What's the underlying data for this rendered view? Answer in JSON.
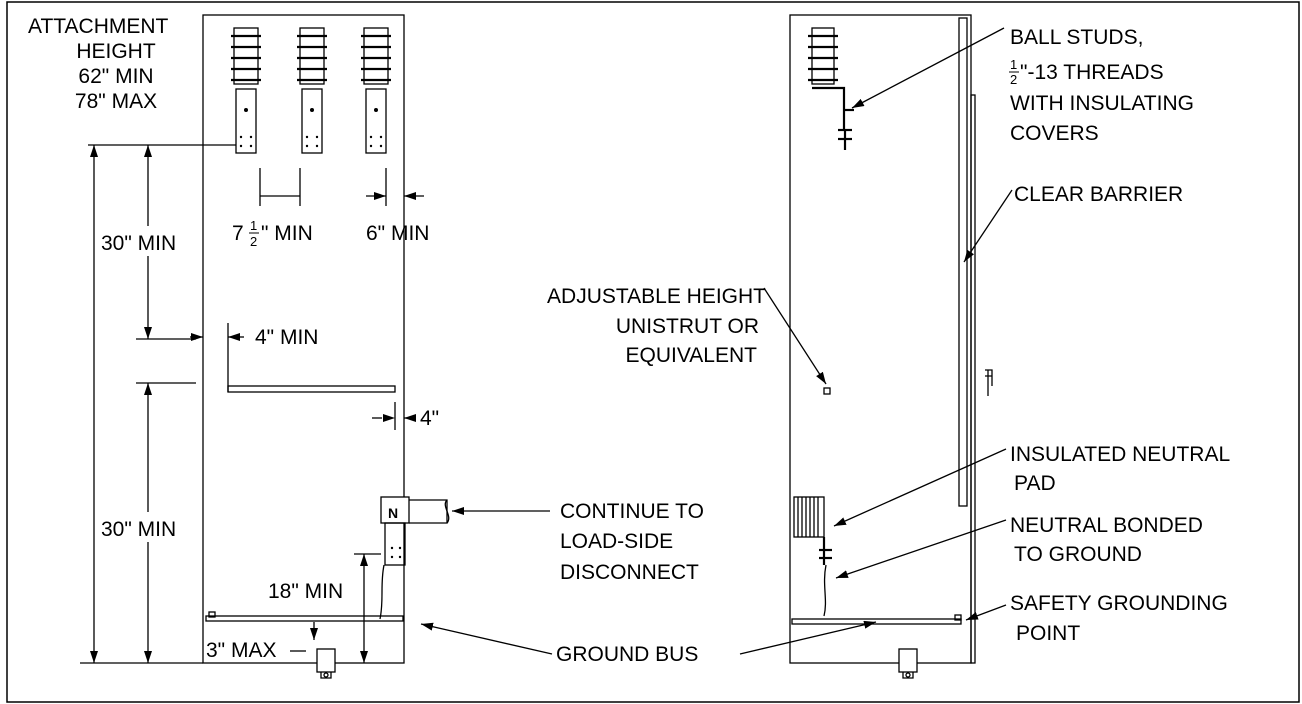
{
  "left_view": {
    "attachment_height": [
      "ATTACHMENT",
      "HEIGHT",
      "62\" MIN",
      "78\" MAX"
    ],
    "upper_span": "30\" MIN",
    "lower_span": "30\" MIN",
    "stud_spacing_prefix": "7",
    "stud_spacing_suffix": "\" MIN",
    "side_clearance": "6\" MIN",
    "shelf_clearance_top": "4\" MIN",
    "shelf_clearance_side": "4\"",
    "neutral_mark": "N",
    "neutral_height": "18\" MIN",
    "bus_height": "3\" MAX"
  },
  "callouts": {
    "continue": [
      "CONTINUE TO",
      "LOAD-SIDE",
      "DISCONNECT"
    ],
    "ground_bus": "GROUND BUS",
    "ball_studs_line1": "BALL STUDS,",
    "ball_studs_line2_suffix": "\"-13 THREADS",
    "ball_studs_line3": "WITH INSULATING",
    "ball_studs_line4": "COVERS",
    "clear_barrier": "CLEAR BARRIER",
    "unistrut": [
      "ADJUSTABLE HEIGHT",
      "UNISTRUT OR",
      "EQUIVALENT"
    ],
    "insulated_neutral": [
      "INSULATED NEUTRAL",
      "PAD"
    ],
    "neutral_bonded": [
      "NEUTRAL BONDED",
      "TO GROUND"
    ],
    "safety_ground": [
      "SAFETY GROUNDING",
      "POINT"
    ]
  },
  "fraction": {
    "numerator": "1",
    "denominator": "2"
  }
}
